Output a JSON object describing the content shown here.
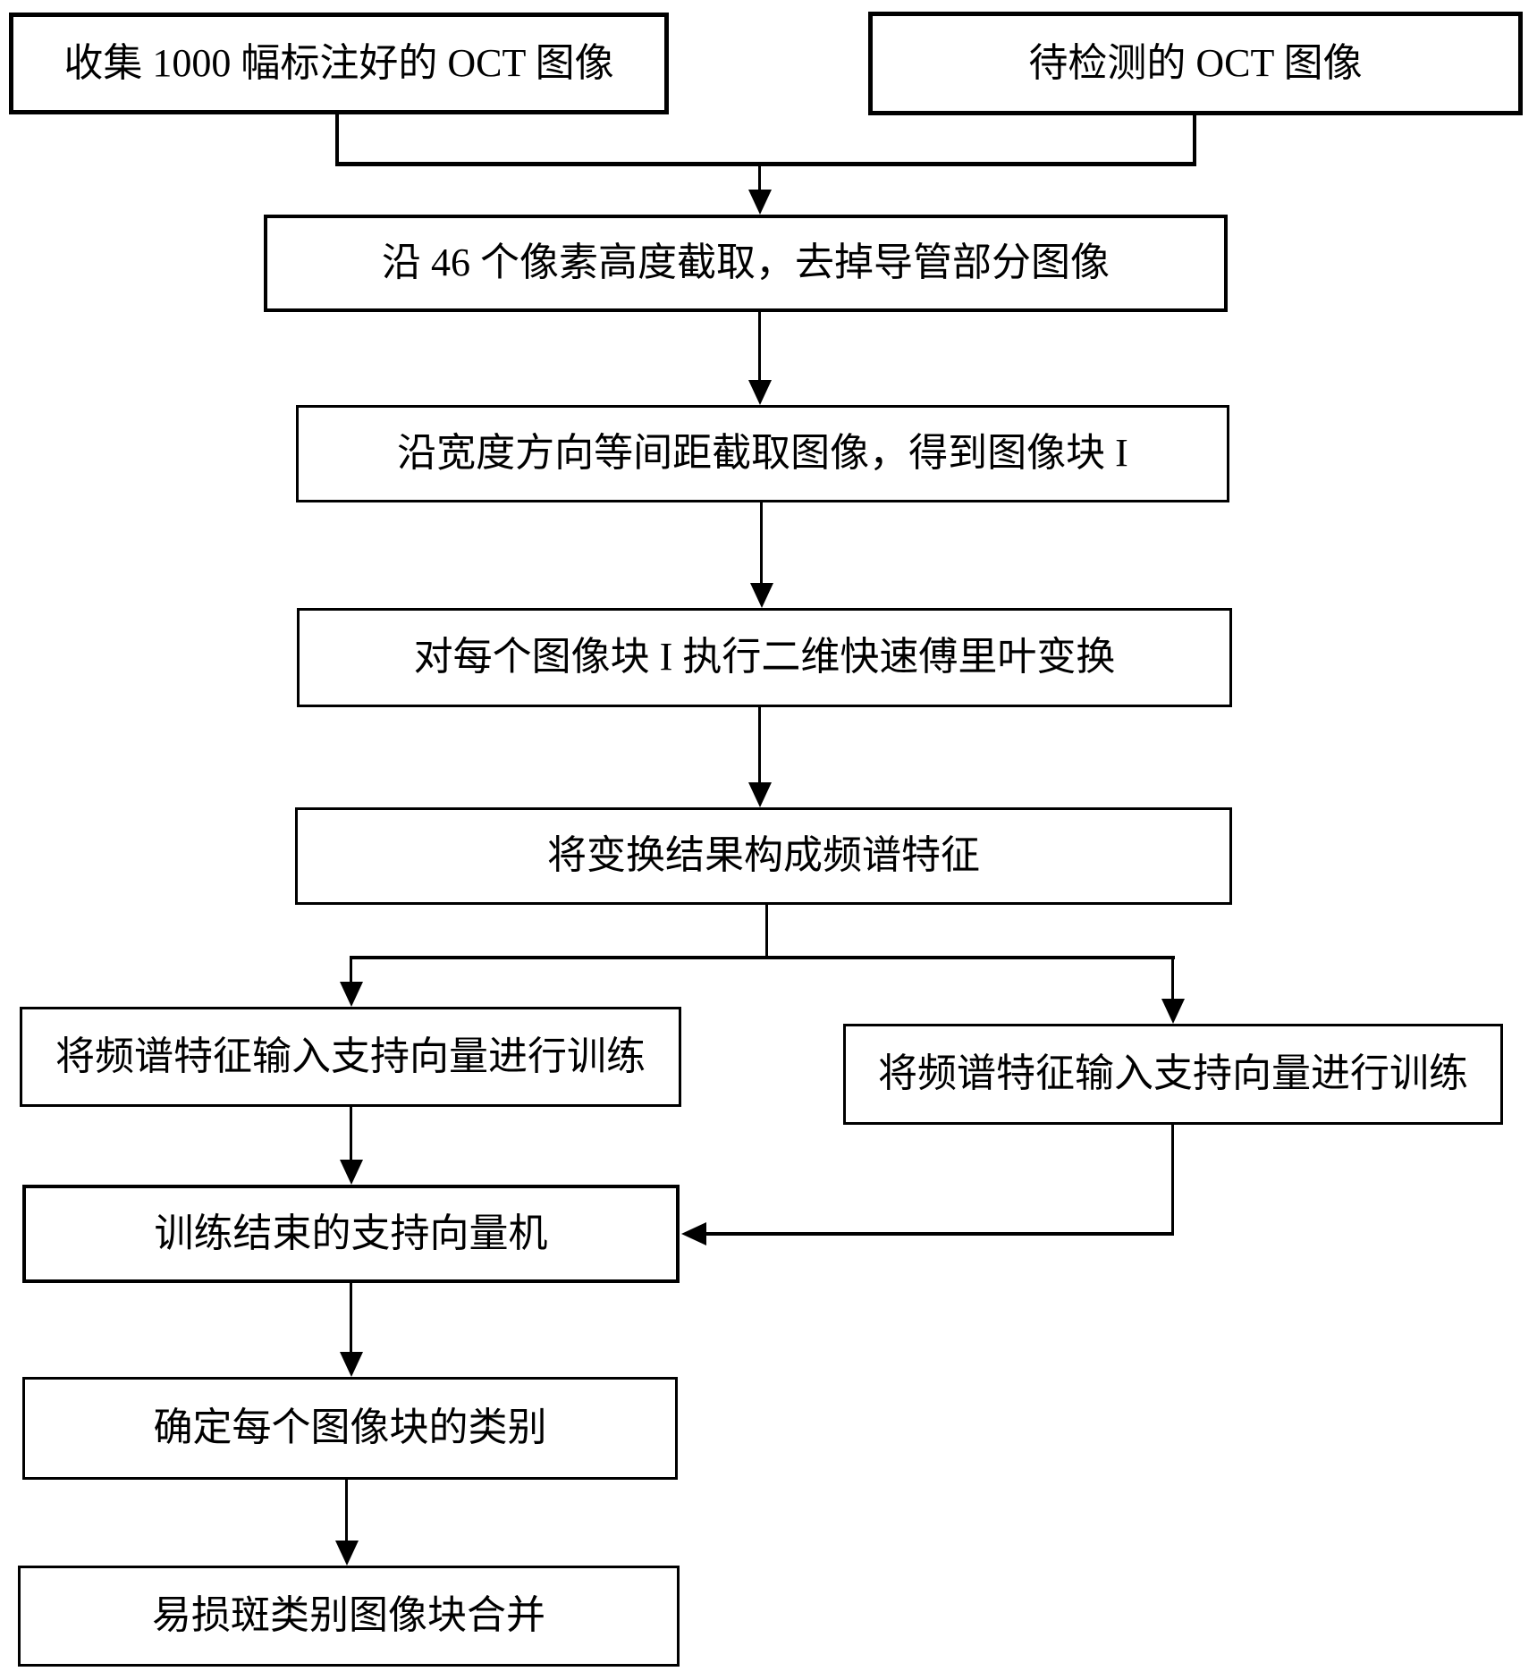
{
  "figure": {
    "background_color": "#ffffff",
    "line_color": "#000000",
    "type": "flowchart"
  },
  "nodes": {
    "collect": {
      "label": "收集 1000 幅标注好的 OCT 图像"
    },
    "test": {
      "label": "待检测的 OCT 图像"
    },
    "crop_height": {
      "label": "沿 46 个像素高度截取，去掉导管部分图像"
    },
    "crop_width": {
      "label": "沿宽度方向等间距截取图像，得到图像块 I"
    },
    "fft": {
      "label": "对每个图像块 I 执行二维快速傅里叶变换"
    },
    "spectrum": {
      "label": "将变换结果构成频谱特征"
    },
    "train_left": {
      "label": "将频谱特征输入支持向量进行训练"
    },
    "train_right": {
      "label": "将频谱特征输入支持向量进行训练"
    },
    "svm": {
      "label": "训练结束的支持向量机"
    },
    "classify": {
      "label": "确定每个图像块的类别"
    },
    "merge": {
      "label": "易损斑类别图像块合并"
    }
  }
}
